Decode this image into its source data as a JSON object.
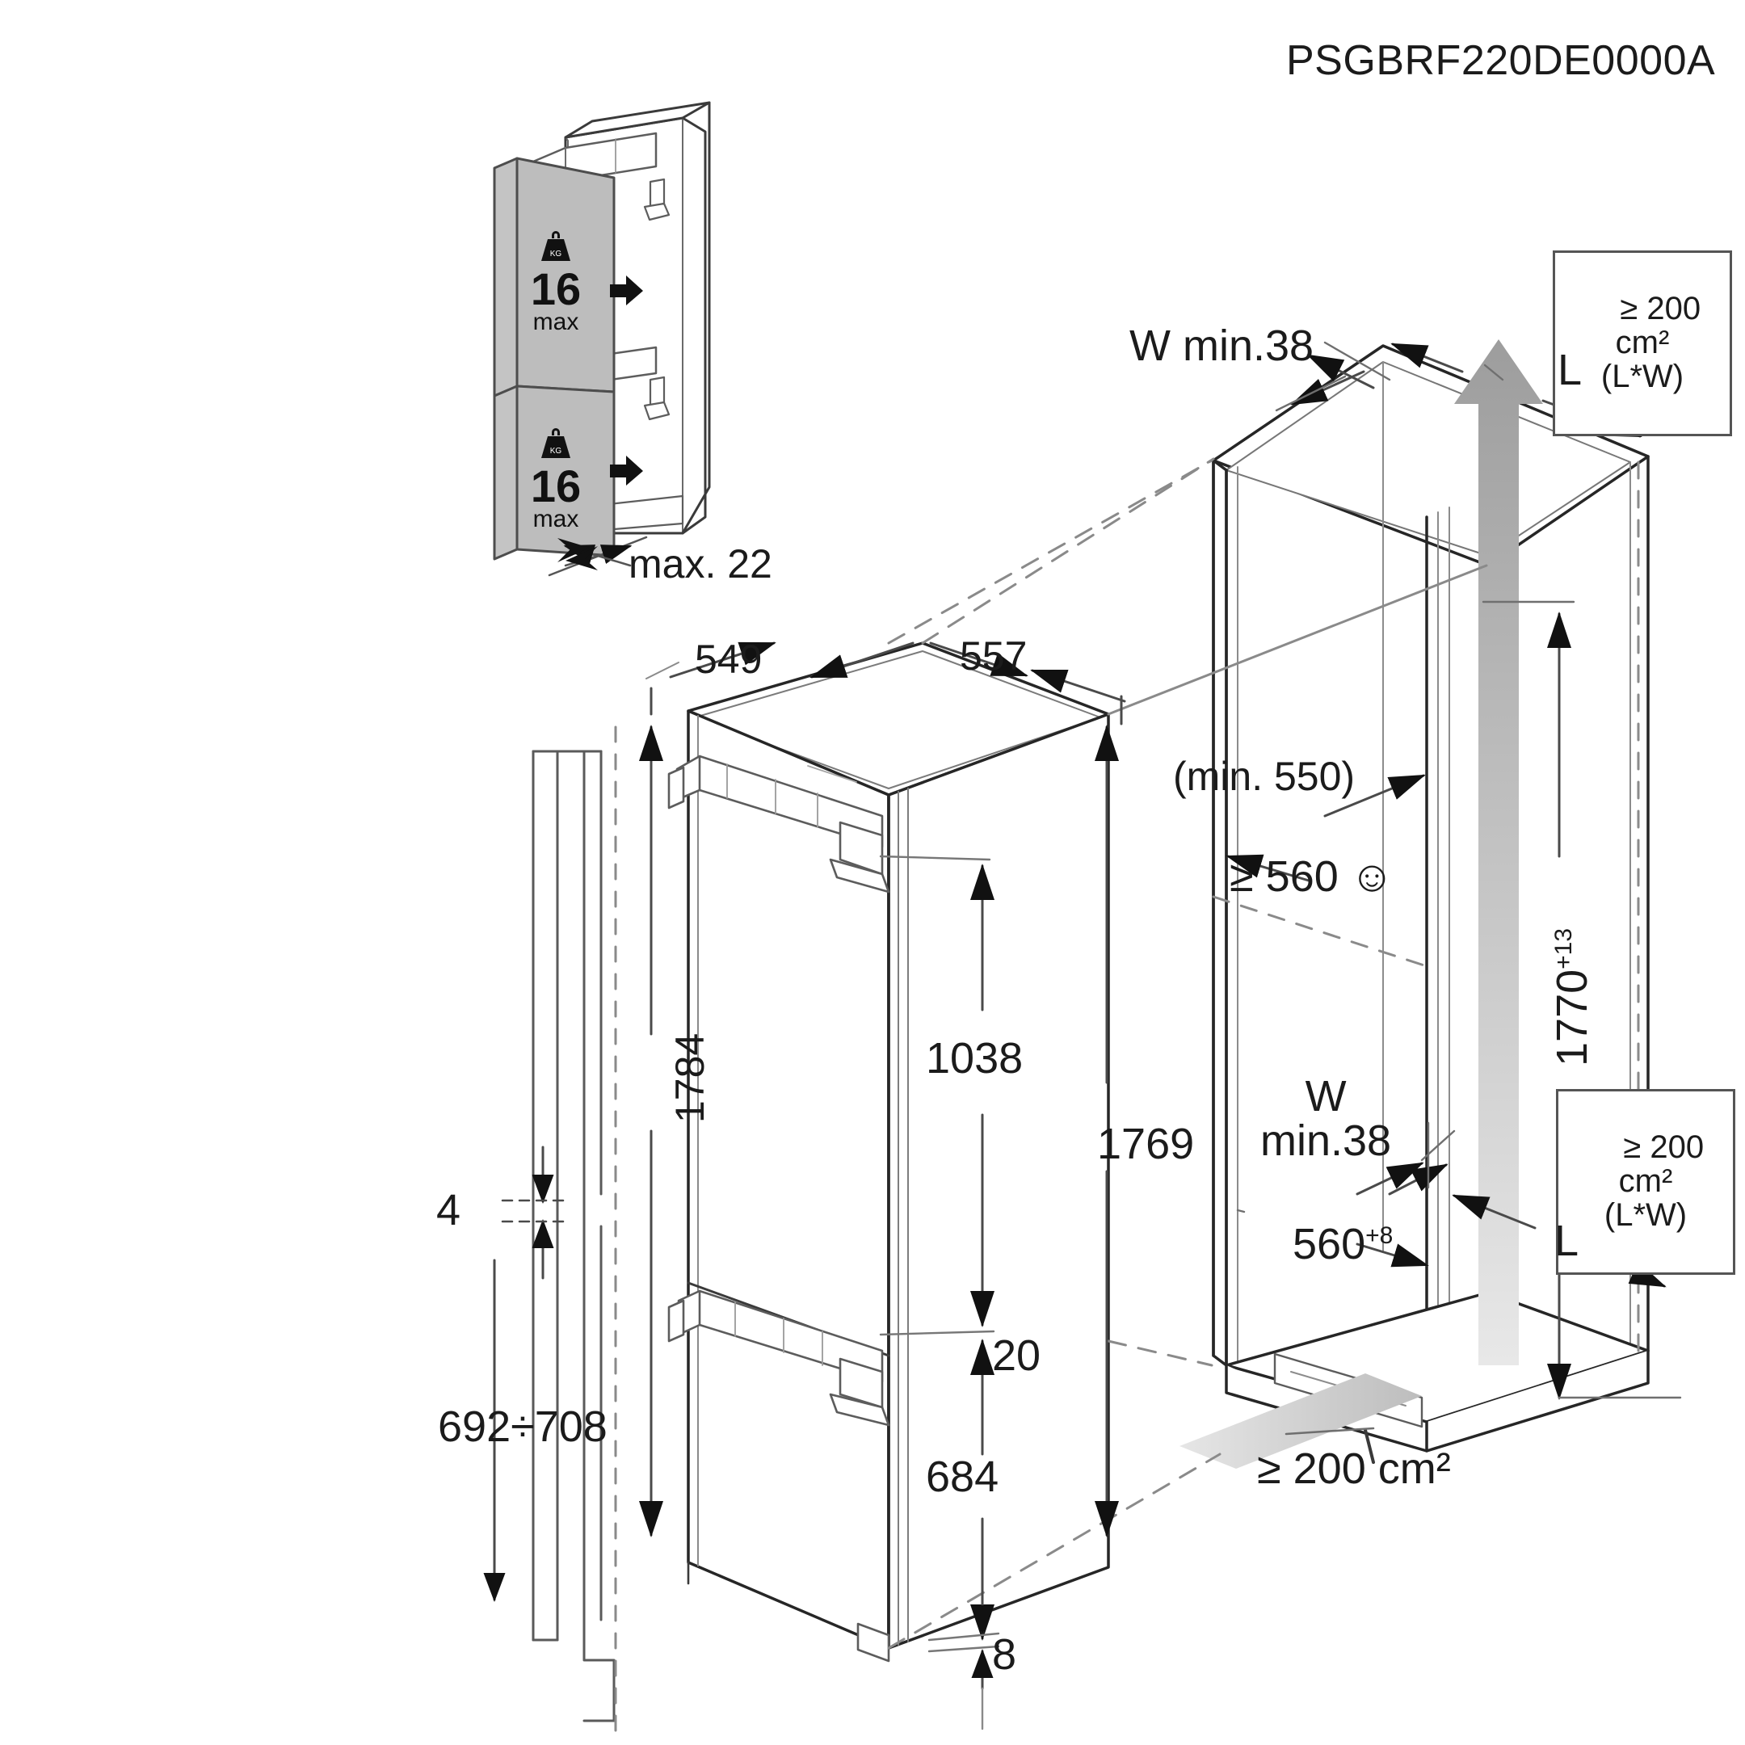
{
  "drawing": {
    "code": "PSGBRF220DE0000A",
    "type": "installation-dimension-drawing",
    "units": "mm"
  },
  "inset_door_panels": {
    "panel_top": {
      "icon": "weight-kg-icon",
      "value": "16",
      "qualifier": "max"
    },
    "panel_bottom": {
      "icon": "weight-kg-icon",
      "value": "16",
      "qualifier": "max"
    },
    "thickness_label": "max. 22"
  },
  "appliance": {
    "depth_left": "549",
    "depth_right": "557",
    "height_total": "1784",
    "height_body": "1769",
    "height_upper_door": "1038",
    "gap_between_doors": "20",
    "height_lower_door": "684",
    "bottom_clearance": "8",
    "door_gap": "4",
    "door_range": "692÷708"
  },
  "niche": {
    "top_air_gap_label": "W min.38",
    "bottom_air_gap_label": "W\nmin.38",
    "vent_area_top": "≥ 200 cm²\n(L*W)",
    "vent_area_bottom": "≥ 200 cm²\n(L*W)",
    "vent_area_base": "≥ 200 cm²",
    "depth_recommended_note": "(min. 550)",
    "depth_recommended": "≥ 560",
    "depth_smiley": "☺",
    "width": "560",
    "width_tolerance": "+8",
    "height": "1770",
    "height_tolerance": "+13",
    "length_label_top": "L",
    "length_label_bottom": "L"
  }
}
